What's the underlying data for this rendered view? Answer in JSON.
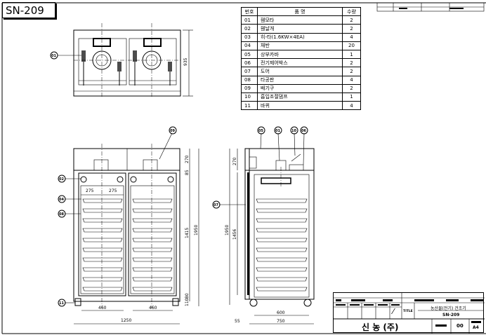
{
  "drawing": {
    "model": "SN-209"
  },
  "parts_table": {
    "headers": [
      "번호",
      "품  명",
      "수량"
    ],
    "rows": [
      {
        "no": "01",
        "name": "휀모타",
        "qty": "2"
      },
      {
        "no": "02",
        "name": "휀날개",
        "qty": "2"
      },
      {
        "no": "03",
        "name": "히-타(1.6KW×4EA)",
        "qty": "4"
      },
      {
        "no": "04",
        "name": "채반",
        "qty": "20"
      },
      {
        "no": "05",
        "name": "상부카바",
        "qty": "1"
      },
      {
        "no": "06",
        "name": "전기제어박스",
        "qty": "2"
      },
      {
        "no": "07",
        "name": "도어",
        "qty": "2"
      },
      {
        "no": "08",
        "name": "타공판",
        "qty": "4"
      },
      {
        "no": "09",
        "name": "배기구",
        "qty": "2"
      },
      {
        "no": "10",
        "name": "흡입조절댐프",
        "qty": "1"
      },
      {
        "no": "11",
        "name": "바퀴",
        "qty": "4"
      }
    ]
  },
  "top_view": {
    "balloon": "01",
    "dim_depth": "935"
  },
  "front_view": {
    "balloons": {
      "top": "09",
      "b1": "02",
      "b2": "04",
      "b3": "08",
      "b4": "11"
    },
    "dims": {
      "top": "270",
      "gap": "85",
      "inner": "1415",
      "total": "1950",
      "bottom1": "80",
      "bottom2": "110",
      "half1": "275",
      "half2": "275",
      "w1": "460",
      "w2": "460",
      "width": "1250"
    }
  },
  "side_view": {
    "balloons": {
      "b1": "05",
      "b2": "01",
      "b3": "10",
      "b4": "06",
      "b5": "07"
    },
    "dims": {
      "top": "270",
      "total": "1950",
      "door": "1456",
      "inner": "600",
      "depth": "750",
      "door_t": "55"
    }
  },
  "title_block": {
    "scale_symbol": "⁄",
    "title_label": "TITLE",
    "title": "농산물(전기) 건조기",
    "model": "SN-209",
    "company": "신 농 (주)",
    "number": "00",
    "size": "A4"
  }
}
